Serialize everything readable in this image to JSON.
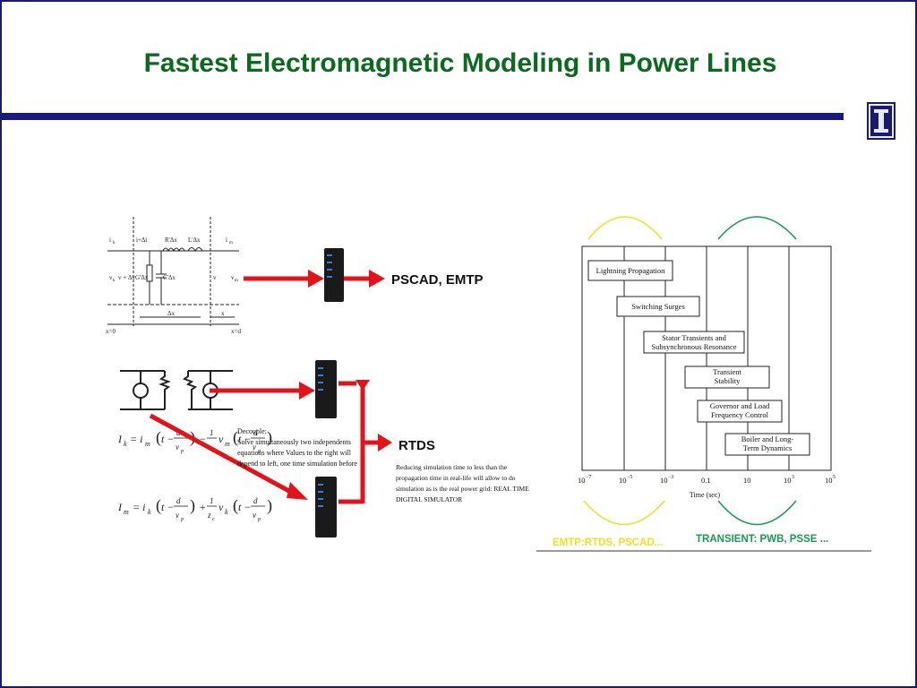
{
  "slide": {
    "title": "Fastest Electromagnetic  Modeling in Power  Lines",
    "accent_color": "#0a6a1e",
    "rule_color": "#1a1a7e",
    "logo_icon": "university-block-i-logo"
  },
  "left": {
    "circuit_labels": {
      "ik": "i",
      "ik_sub": "k",
      "idi": "i+Δi",
      "rdx": "R'Δx",
      "ldx": "L'Δx",
      "im": "i",
      "im_sub": "m",
      "vdv": "v + Δv",
      "gdx": "G'Δx",
      "cdx": "C'Δx",
      "v": "v",
      "vk": "v",
      "vk_sub": "k",
      "vm": "v",
      "vm_sub": "m",
      "dx": "Δx",
      "x": "x",
      "x0": "x=0",
      "xd": "x=d"
    },
    "pscad_label": "PSCAD, EMTP",
    "rtds_label": "RTDS",
    "decouple_lines": [
      "Decouple:",
      "Solve simultaneously two independents",
      "equations where Values to the right will",
      "depend to left, one time simulation before"
    ],
    "rtds_desc_lines": [
      "Reducing simulation time to less than the",
      "propagation time in real-life will allow to do",
      "simulation as is the real power grid: REAL TIME",
      "DIGITAL SIMULATOR"
    ],
    "eq1": {
      "lhs": "I",
      "lhs_sub": "k"
    },
    "eq2": {
      "lhs": "I",
      "lhs_sub": "m"
    }
  },
  "right": {
    "phenomena": [
      "Lightning Propagation",
      "Switching Surges",
      "Stator Transients and",
      "Subsynchronous Resonance",
      "Transient",
      "Stability",
      "Governor and Load",
      "Frequency Control",
      "Boiler and Long-",
      "Term Dynamics"
    ],
    "ticks": [
      "10",
      "−7",
      "10",
      "−5",
      "10",
      "−3",
      "0.1",
      "10",
      "10",
      "3",
      "10",
      "5"
    ],
    "axis_label": "Time (sec)",
    "emtp_label": "EMTP:RTDS, PSCAD...",
    "transient_label": "TRANSIENT: PWB, PSSE ...",
    "emtp_color": "#f0e020",
    "transient_color": "#1a9a50"
  }
}
